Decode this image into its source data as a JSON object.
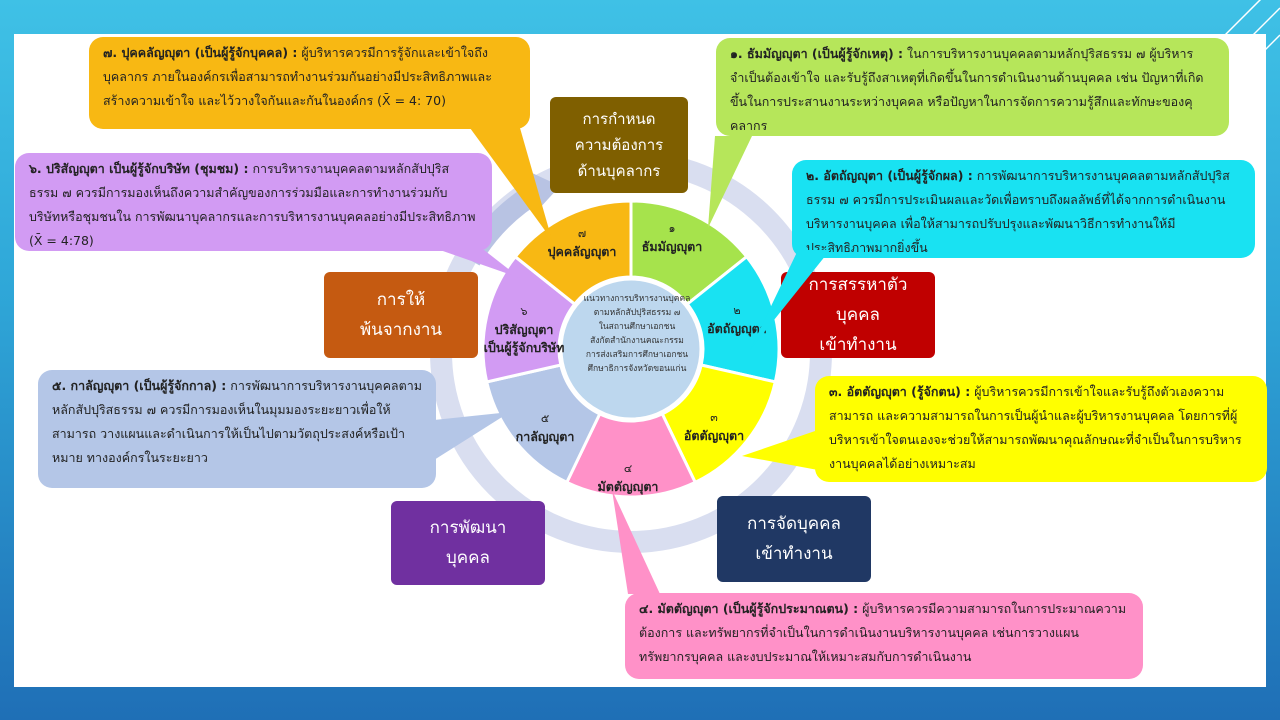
{
  "colors": {
    "bg_top": "#3fc1e6",
    "bg_bottom": "#1f6fb6",
    "s1": "#a6e34c",
    "s2": "#19e2f2",
    "s3": "#ffff00",
    "s4": "#ff91c8",
    "s5": "#b4c6e7",
    "s6": "#d29bf3",
    "s7": "#f8b813",
    "center": "#bdd7ee"
  },
  "sectors": [
    {
      "num": "๑",
      "name": "ธัมมัญญุตา"
    },
    {
      "num": "๒",
      "name": "อัตถัญญุตา"
    },
    {
      "num": "๓",
      "name": "อัตตัญญุตา"
    },
    {
      "num": "๔",
      "name": "มัตตัญญุตา"
    },
    {
      "num": "๕",
      "name": "กาลัญญุตา"
    },
    {
      "num": "๖",
      "name1": "ปริสัญญุตา",
      "name2": "เป็นผู้รู้จักบริษัท"
    },
    {
      "num": "๗",
      "name": "ปุคคลัญญุตา"
    }
  ],
  "center": {
    "lines": [
      "แนวทางการบริหารงานบุคคล",
      "ตามหลักสัปปุริสธรรม ๗",
      "ในสถานศึกษาเอกชน",
      "สังกัดสำนักงานคณะกรรม",
      "การส่งเสริมการศึกษาเอกชน",
      "ศึกษาธิการจังหวัดขอนแก่น"
    ]
  },
  "tags": {
    "needs": [
      "การกำหนด",
      "ความต้องการ",
      "ด้านบุคลากร"
    ],
    "recruit": [
      "การสรรหาตัวบุคคล",
      "เข้าทำงาน"
    ],
    "placement": [
      "การจัดบุคคล",
      "เข้าทำงาน"
    ],
    "develop": [
      "การพัฒนา",
      "บุคคล"
    ],
    "release": [
      "การให้",
      "พ้นจากงาน"
    ]
  },
  "boxes": {
    "b1": {
      "title": "๑. ธัมมัญญุตา (เป็นผู้รู้จักเหตุ) :",
      "text": " ในการบริหารงานบุคคลตามหลักปุริสธรรม ๗ ผู้บริหารจำเป็นต้องเข้าใจ และรับรู้ถึงสาเหตุที่เกิดขึ้นในการดำเนินงานด้านบุคคล เช่น ปัญหาที่เกิดขึ้นในการประสานงานระหว่างบุคคล หรือปัญหาในการจัดการความรู้สึกและทักษะของคุคลากร"
    },
    "b2": {
      "title": "๒. อัตถัญญุตา (เป็นผู้รู้จักผล) :",
      "text": " การพัฒนาการบริหารงานบุคคลตามหลักสัปปุริสธรรม ๗ ควรมีการประเมินผลและวัดเพื่อทราบถึงผลลัพธ์ที่ได้จากการดำเนินงานบริหารงานบุคคล เพื่อให้สามารถปรับปรุงและพัฒนาวิธีการทำงานให้มีประสิทธิภาพมากยิ่งขึ้น"
    },
    "b3": {
      "title": "๓. อัตตัญญุตา (รู้จักตน) :",
      "text": " ผู้บริหารควรมีการเข้าใจและรับรู้ถึงตัวเองความสามารถ และความสามารถในการเป็นผู้นำและผู้บริหารงานบุคคล โดยการที่ผู้บริหารเข้าใจตนเองจะช่วยให้สามารถพัฒนาคุณลักษณะที่จำเป็นในการบริหารงานบุคคลได้อย่างเหมาะสม"
    },
    "b4": {
      "title": "๔. มัตตัญญุตา (เป็นผู้รู้จักประมาณตน) :",
      "text": " ผู้บริหารควรมีความสามารถในการประมาณความต้องการ และทรัพยากรที่จำเป็นในการดำเนินงานบริหารงานบุคคล เช่นการวางแผนทรัพยากรบุคคล และงบประมาณให้เหมาะสมกับการดำเนินงาน"
    },
    "b5": {
      "title": "๕. กาลัญญุตา (เป็นผู้รู้จักกาล) :",
      "text": " การพัฒนาการบริหารงานบุคคลตาม หลักสัปปุริสธรรม ๗ ควรมีการมองเห็นในมุมมองระยะยาวเพื่อให้สามารถ วางแผนและดำเนินการให้เป็นไปตามวัตถุประสงค์หรือเป้าหมาย ทางองค์กรในระยะยาว"
    },
    "b6": {
      "title": "๖. ปริสัญญุตา เป็นผู้รู้จักบริษัท (ชุมชม) :",
      "text": " การบริหารงานบุคคลตามหลักสัปปุริสธรรม ๗ ควรมีการมองเห็นถึงความสำคัญของการร่วมมือและการทำงานร่วมกับบริษัทหรือชุมชนใน การพัฒนาบุคลากรและการบริหารงานบุคคลอย่างมีประสิทธิภาพ (X̄ = 4:78)"
    },
    "b7": {
      "title": "๗. ปุคคลัญญุตา (เป็นผู้รู้จักบุคคล) :",
      "text": " ผู้บริหารควรมีการรู้จักและเข้าใจถึงบุคลากร ภายในองค์กรเพื่อสามารถทำงานร่วมกันอย่างมีประสิทธิภาพและสร้างความเข้าใจ และไว้วางใจกันและกันในองค์กร (X̄ = 4: 70)"
    }
  }
}
